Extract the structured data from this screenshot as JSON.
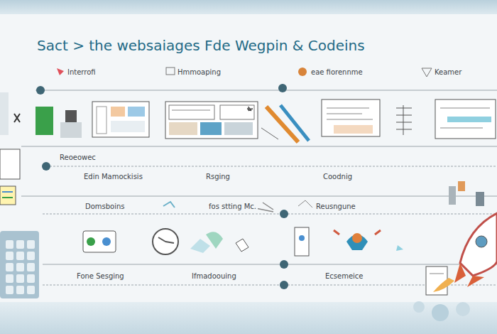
{
  "diagram": {
    "title": "Sact > the websaiages Fde Wegpin & Codeins",
    "labels": [
      "Interrofi",
      "Hmmoaping",
      "eae fiorennme",
      "Keamer",
      "Reoeowec",
      "Edin Mamockisis",
      "Rsging",
      "Coodnig",
      "Domsboins",
      "fos stting Mc.",
      "Reusngune",
      "Fone Sesging",
      "Ifmadoouing",
      "Ecsemeice"
    ]
  }
}
